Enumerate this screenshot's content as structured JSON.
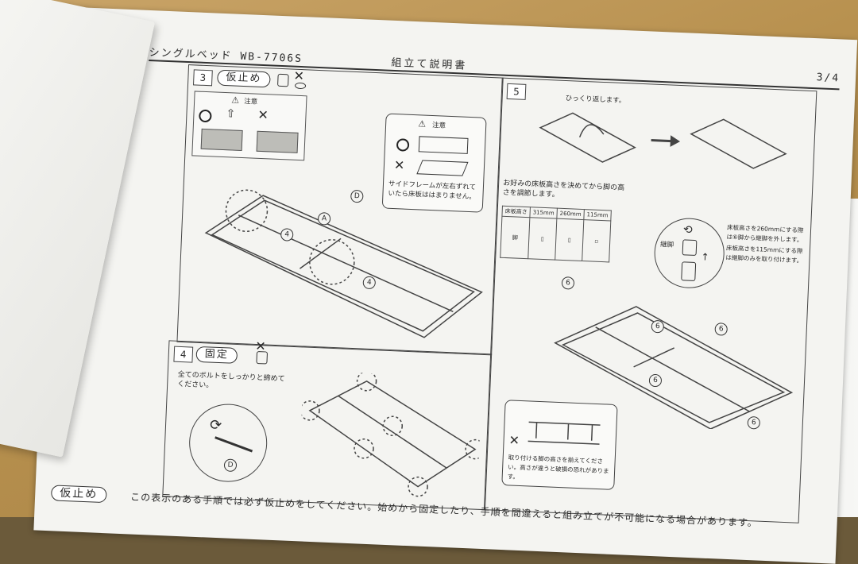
{
  "header": {
    "model": "シングルベッド WB-7706S",
    "doc_title": "組立て説明書",
    "page": "3/4"
  },
  "step3": {
    "number": "3",
    "tag": "仮止め",
    "caution_label": "注意",
    "caution_right_label": "注意",
    "caution_right_text": "サイドフレームが左右ずれていたら床板ははまりません。",
    "parts": [
      "A",
      "D"
    ],
    "part_numbers": [
      "4",
      "4"
    ]
  },
  "step4": {
    "number": "4",
    "tag": "固定",
    "text": "全てのボルトをしっかりと締めてください。",
    "tool_label": "D"
  },
  "step5": {
    "number": "5",
    "flip_text": "ひっくり返します。",
    "height_text": "お好みの床板高さを決めてから脚の高さを調節します。",
    "table": {
      "row_header": [
        "床板高さ",
        "脚"
      ],
      "columns": [
        "315mm",
        "260mm",
        "115mm"
      ]
    },
    "note1": "床板高さを260mmにする際は⑥脚から継脚を外します。",
    "note2": "床板高さを115mmにする際は継脚のみを取り付けます。",
    "joint_label": "継脚",
    "leg_label": "6",
    "warning_text": "取り付ける脚の高さを揃えてください。高さが違うと破損の恐れがあります。"
  },
  "footer": {
    "tag": "仮止め",
    "message": "この表示のある手順では必ず仮止めをしてください。始めから固定したり、手順を間違えると組み立てが不可能になる場合があります。"
  }
}
